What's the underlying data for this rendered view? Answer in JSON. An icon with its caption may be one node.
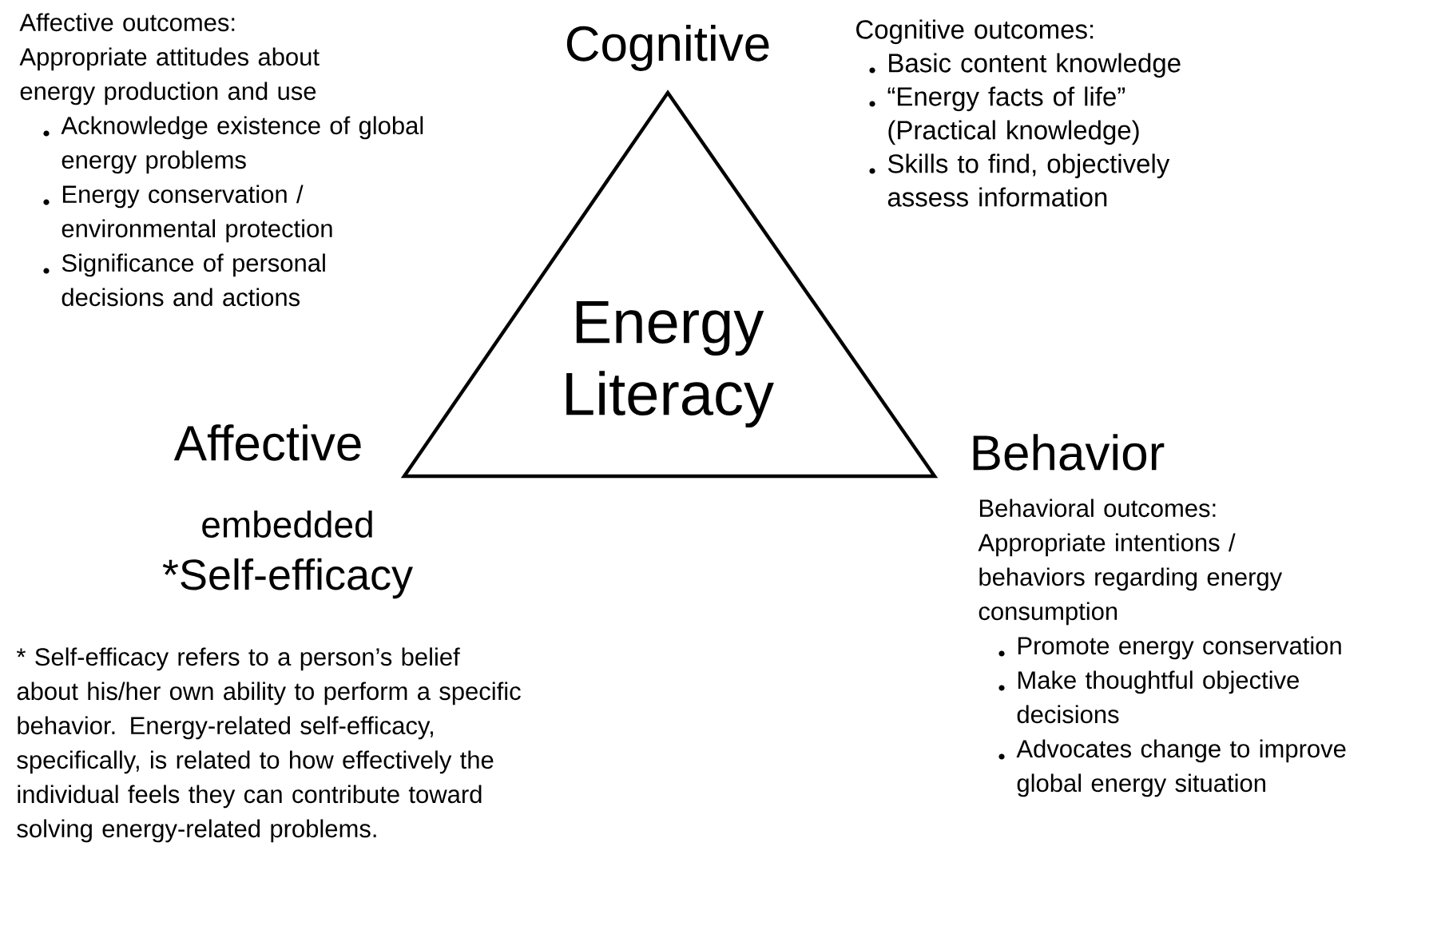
{
  "diagram": {
    "nodes": [
      {
        "text": [
          "Energy Literacy"
        ]
      }
    ],
    "labels": [
      "Affective outcomes:",
      "Appropriate attitudes about energy production and use",
      "Acknowledge existence of global energy problems",
      "Energy conservation / environmental protection",
      "Significance of personal decisions and actions",
      "Cognitive",
      "Cognitive outcomes:",
      "Basic content knowledge",
      "“Energy facts of life” (Practical knowledge)",
      "Skills to find, objectively assess information",
      "Affective",
      "embedded",
      "*Self-efficacy",
      "Behavior",
      "Behavioral outcomes:",
      "Appropriate intentions / behaviors regarding energy consumption",
      "Promote energy conservation",
      "Make thoughtful objective decisions",
      "Advocates change to improve global energy situation",
      "* Self-efficacy refers to a person’s belief about his/her own ability to perform a specific behavior. Energy-related self-efficacy, specifically, is related to how effectively the individual feels they can contribute toward solving energy-related problems."
    ]
  }
}
